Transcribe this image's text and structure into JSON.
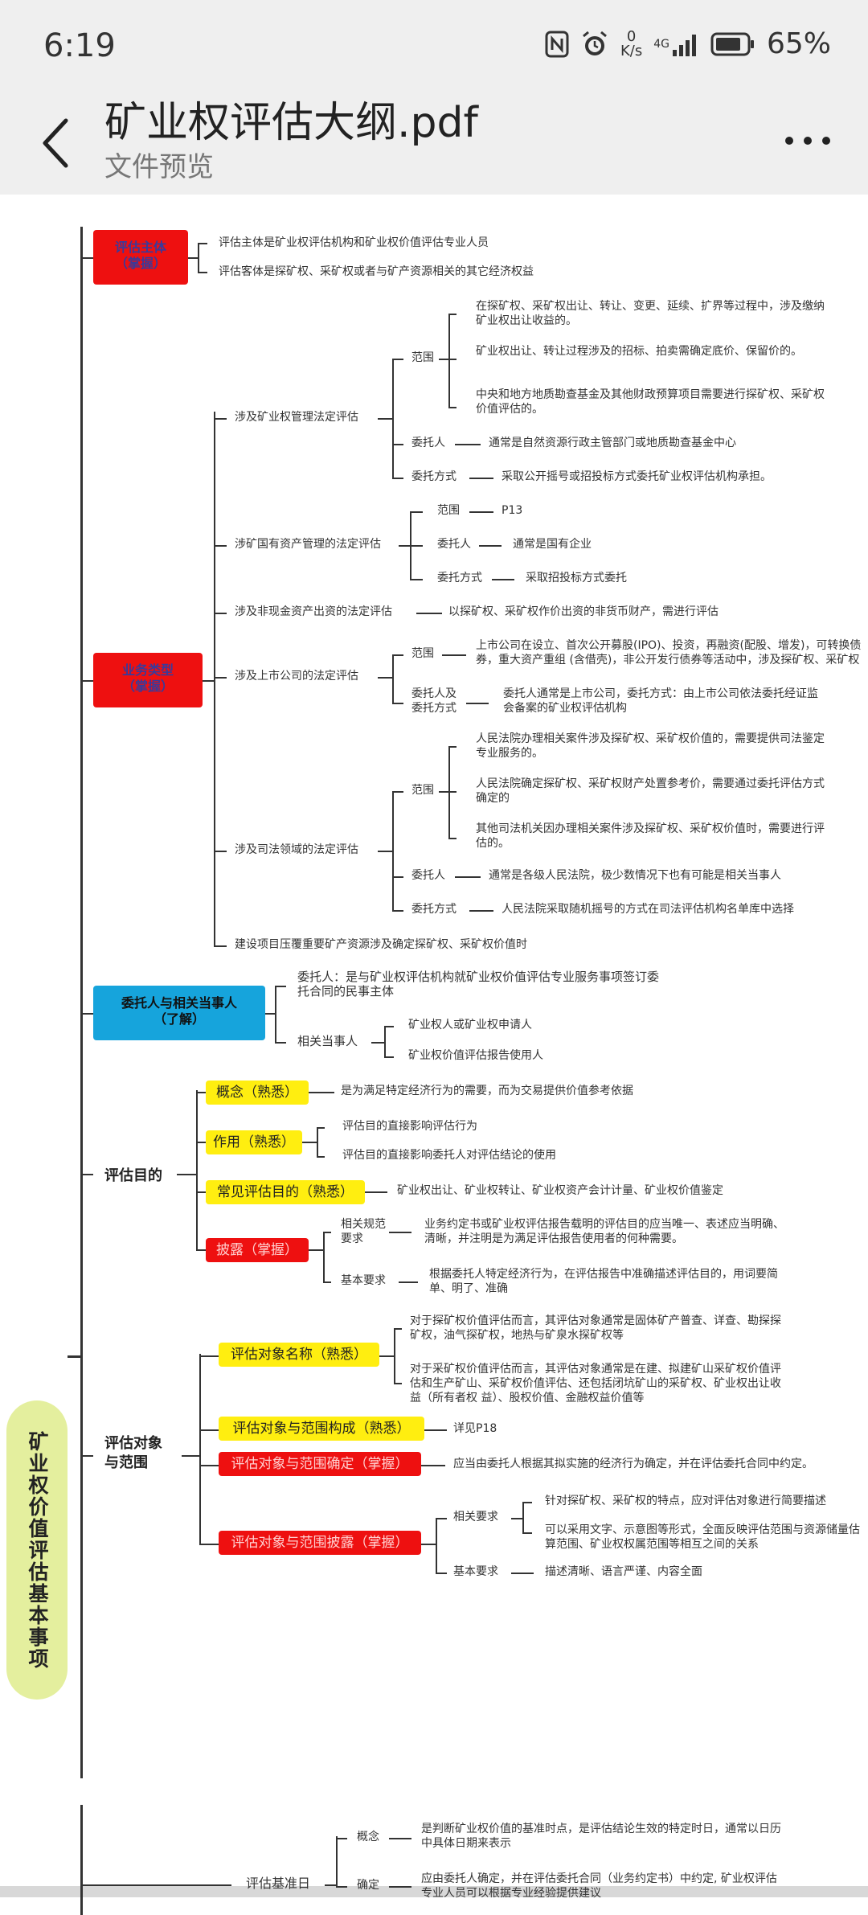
{
  "status_bar": {
    "time": "6:19",
    "net_speed_top": "0",
    "net_speed_unit": "K/s",
    "network": "4G",
    "battery": "65%"
  },
  "header": {
    "title": "矿业权评估大纲.pdf",
    "subtitle": "文件预览"
  },
  "mindmap": {
    "root": "矿业权价值评估基本事项",
    "s1": {
      "label": "评估主体\n（掌握）",
      "items": [
        "评估主体是矿业权评估机构和矿业权价值评估专业人员",
        "评估客体是探矿权、采矿权或者与矿产资源相关的其它经济权益"
      ]
    },
    "s2": {
      "label": "业务类型\n（掌握）",
      "a": {
        "label": "涉及矿业权管理法定评估",
        "scope": "范围",
        "scope_items": [
          "在探矿权、采矿权出让、转让、变更、延续、扩界等过程中，涉及缴纳矿业权出让收益的。",
          "矿业权出让、转让过程涉及的招标、拍卖需确定底价、保留价的。",
          "中央和地方地质勘查基金及其他财政预算项目需要进行探矿权、采矿权价值评估的。"
        ],
        "client": "委托人",
        "client_text": "通常是自然资源行政主管部门或地质勘查基金中心",
        "method": "委托方式",
        "method_text": "采取公开摇号或招投标方式委托矿业权评估机构承担。"
      },
      "b": {
        "label": "涉矿国有资产管理的法定评估",
        "scope": "范围",
        "scope_text": "P13",
        "client": "委托人",
        "client_text": "通常是国有企业",
        "method": "委托方式",
        "method_text": "采取招投标方式委托"
      },
      "c": {
        "label": "涉及非现金资产出资的法定评估",
        "text": "以探矿权、采矿权作价出资的非货币财产，需进行评估"
      },
      "d": {
        "label": "涉及上市公司的法定评估",
        "scope": "范围",
        "scope_text": "上市公司在设立、首次公开募股(IPO)、投资，再融资(配股、增发)，可转换债券，重大资产重组 (含借壳)，非公开发行债券等活动中，涉及探矿权、采矿权",
        "client": "委托人及委托方式",
        "client_text": "委托人通常是上市公司，委托方式：由上市公司依法委托经证监会备案的矿业权评估机构"
      },
      "e": {
        "label": "涉及司法领域的法定评估",
        "scope": "范围",
        "scope_items": [
          "人民法院办理相关案件涉及探矿权、采矿权价值的，需要提供司法鉴定专业服务的。",
          "人民法院确定探矿权、采矿权财产处置参考价，需要通过委托评估方式确定的",
          "其他司法机关因办理相关案件涉及探矿权、采矿权价值时，需要进行评估的。"
        ],
        "client": "委托人",
        "client_text": "通常是各级人民法院，极少数情况下也有可能是相关当事人",
        "method": "委托方式",
        "method_text": "人民法院采取随机摇号的方式在司法评估机构名单库中选择"
      },
      "f": {
        "label": "建设项目压覆重要矿产资源涉及确定探矿权、采矿权价值时"
      }
    },
    "s3": {
      "label": "委托人与相关当事人\n（了解）",
      "client_text": "委托人：是与矿业权评估机构就矿业权价值评估专业服务事项签订委托合同的民事主体",
      "related": "相关当事人",
      "related_items": [
        "矿业权人或矿业权申请人",
        "矿业权价值评估报告使用人"
      ]
    },
    "s4": {
      "label": "评估目的",
      "concept": "概念（熟悉）",
      "concept_text": "是为满足特定经济行为的需要，而为交易提供价值参考依据",
      "role": "作用（熟悉）",
      "role_items": [
        "评估目的直接影响评估行为",
        "评估目的直接影响委托人对评估结论的使用"
      ],
      "common": "常见评估目的（熟悉）",
      "common_text": "矿业权出让、矿业权转让、矿业权资产会计计量、矿业权价值鉴定",
      "disclose": "披露（掌握）",
      "disclose_req": "相关规范要求",
      "disclose_req_text": "业务约定书或矿业权评估报告载明的评估目的应当唯一、表述应当明确、清晰，并注明是为满足评估报告使用者的何种需要。",
      "basic_req": "基本要求",
      "basic_req_text": "根据委托人特定经济行为，在评估报告中准确描述评估目的，用词要简单、明了、准确"
    },
    "s5": {
      "label": "评估对象\n与范围",
      "name": "评估对象名称（熟悉）",
      "name_items": [
        "对于探矿权价值评估而言，其评估对象通常是固体矿产普查、详查、勘探探矿权，油气探矿权，地热与矿泉水探矿权等",
        "对于采矿权价值评估而言，其评估对象通常是在建、拟建矿山采矿权价值评估和生产矿山、采矿权价值评估、还包括闭坑矿山的采矿权、矿业权出让收益（所有者权 益）、股权价值、金融权益价值等"
      ],
      "composition": "评估对象与范围构成（熟悉）",
      "composition_text": "详见P18",
      "determine": "评估对象与范围确定（掌握）",
      "determine_text": "应当由委托人根据其拟实施的经济行为确定，并在评估委托合同中约定。",
      "disclose": "评估对象与范围披露（掌握）",
      "related_req": "相关要求",
      "related_req_items": [
        "针对探矿权、采矿权的特点，应对评估对象进行简要描述",
        "可以采用文字、示意图等形式，全面反映评估范围与资源储量估算范围、矿业权权属范围等相互之间的关系"
      ],
      "basic_req": "基本要求",
      "basic_req_text": "描述清晰、语言严谨、内容全面"
    },
    "s6": {
      "label": "评估基准日",
      "concept": "概念",
      "concept_text": "是判断矿业权价值的基准时点，是评估结论生效的特定时日，通常以日历中具体日期来表示",
      "determine": "确定",
      "determine_text": "应由委托人确定，并在评估委托合同（业务约定书）中约定, 矿业权评估专业人员可以根据专业经验提供建议"
    }
  }
}
